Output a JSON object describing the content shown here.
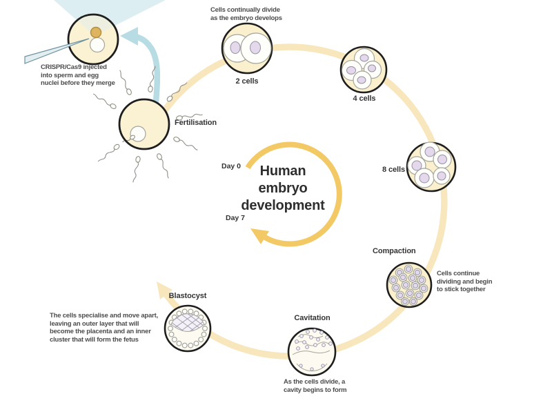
{
  "title": "Human\nembryo\ndevelopment",
  "day_start": "Day 0",
  "day_end": "Day 7",
  "stages": {
    "fertilisation": "Fertilisation",
    "two_cells": "2 cells",
    "four_cells": "4 cells",
    "eight_cells": "8 cells",
    "compaction": "Compaction",
    "cavitation": "Cavitation",
    "blastocyst": "Blastocyst"
  },
  "annotations": {
    "crispr": "CRISPR/Cas9 injected\ninto sperm and egg\nnuclei before they merge",
    "division": "Cells continually divide\nas the embryo develops",
    "compaction": "Cells continue\ndividing and begin\nto stick together",
    "cavitation": "As the cells divide, a\ncavity begins to form",
    "blastocyst": "The cells specialise and move apart,\nleaving an outer layer that will\nbecome the placenta and an inner\ncluster that will form the fetus"
  },
  "colors": {
    "cycle_path": "#F8E6BC",
    "center_arrow": "#F2C964",
    "injection_arrow": "#B7DCE3",
    "beam": "#DCEEF1",
    "egg_fill": "#FBF2D4",
    "stage_fill": "#FAF0CD",
    "cell_fill": "#FEFEFB",
    "cell_stroke": "#A5A59C",
    "nucleus_fill": "#E4D9EC",
    "nucleus_stroke": "#95909F",
    "outline_dark": "#1E1E1E",
    "gold_nucleus": "#DEB55E",
    "needle": "#6C92A0",
    "text_dark": "#333333",
    "text_body": "#4C4C4C"
  }
}
